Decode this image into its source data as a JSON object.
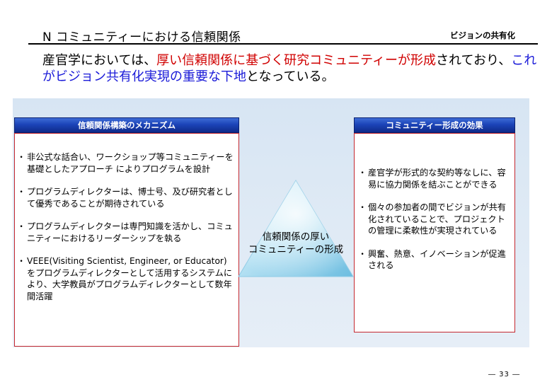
{
  "header": {
    "title": "N コミュニティーにおける信頼関係",
    "tag": "ビジョンの共有化"
  },
  "lead": {
    "part1": "産官学においては、",
    "part2": "厚い信頼関係に基づく研究コミュニティーが形成",
    "part3": "されており、",
    "part4": "これがビジョン共有化実現の重要な下地",
    "part5": "となっている。"
  },
  "left_panel": {
    "heading": "信頼関係構築のメカニズム",
    "items": [
      "非公式な話合い、ワークショップ等コミュニティーを基礎としたアプローチ によりプログラムを設計",
      "プログラムディレクターは、博士号、及び研究者として優秀であることが期待されている",
      "プログラムディレクターは専門知識を活かし、コミュニティーにおけるリーダーシップを執る",
      "VEEE(Visiting Scientist, Engineer, or Educator)をプログラムディレクターとして活用するシステムにより、大学教員がプログラムディレクターとして数年間活躍"
    ]
  },
  "center": {
    "line1": "信頼関係の厚い",
    "line2": "コミュニティーの形成"
  },
  "right_panel": {
    "heading": "コミュニティー形成の効果",
    "items": [
      "産官学が形式的な契約等なしに、容易に協力関係を結ぶことができる",
      "個々の参加者の間でビジョンが共有化されていることで、プロジェクトの管理に柔軟性が実現されている",
      "興奮、熱意、イノベーションが促進される"
    ]
  },
  "footer": {
    "page": "― 33 ―"
  },
  "colors": {
    "accent_red": "#d00000",
    "accent_blue": "#1a1ad8",
    "heading_blue": "#1c44b8",
    "box_border": "#c4272f"
  }
}
